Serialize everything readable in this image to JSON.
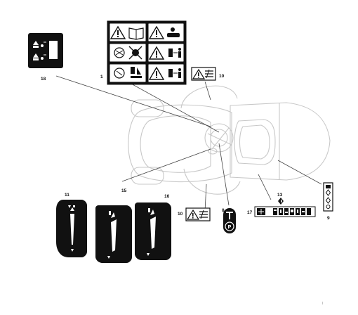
{
  "callouts": {
    "c1": "1",
    "c8": "8",
    "c9": "9",
    "c10a": "10",
    "c10b": "10",
    "c11": "11",
    "c13": "13",
    "c15": "15",
    "c16": "16",
    "c17": "17",
    "c18": "18"
  },
  "decal_text": {
    "part_number": "I"
  },
  "colors": {
    "ink": "#111111",
    "line": "#444444",
    "faint": "#c8c8c8",
    "paper": "#ffffff"
  }
}
